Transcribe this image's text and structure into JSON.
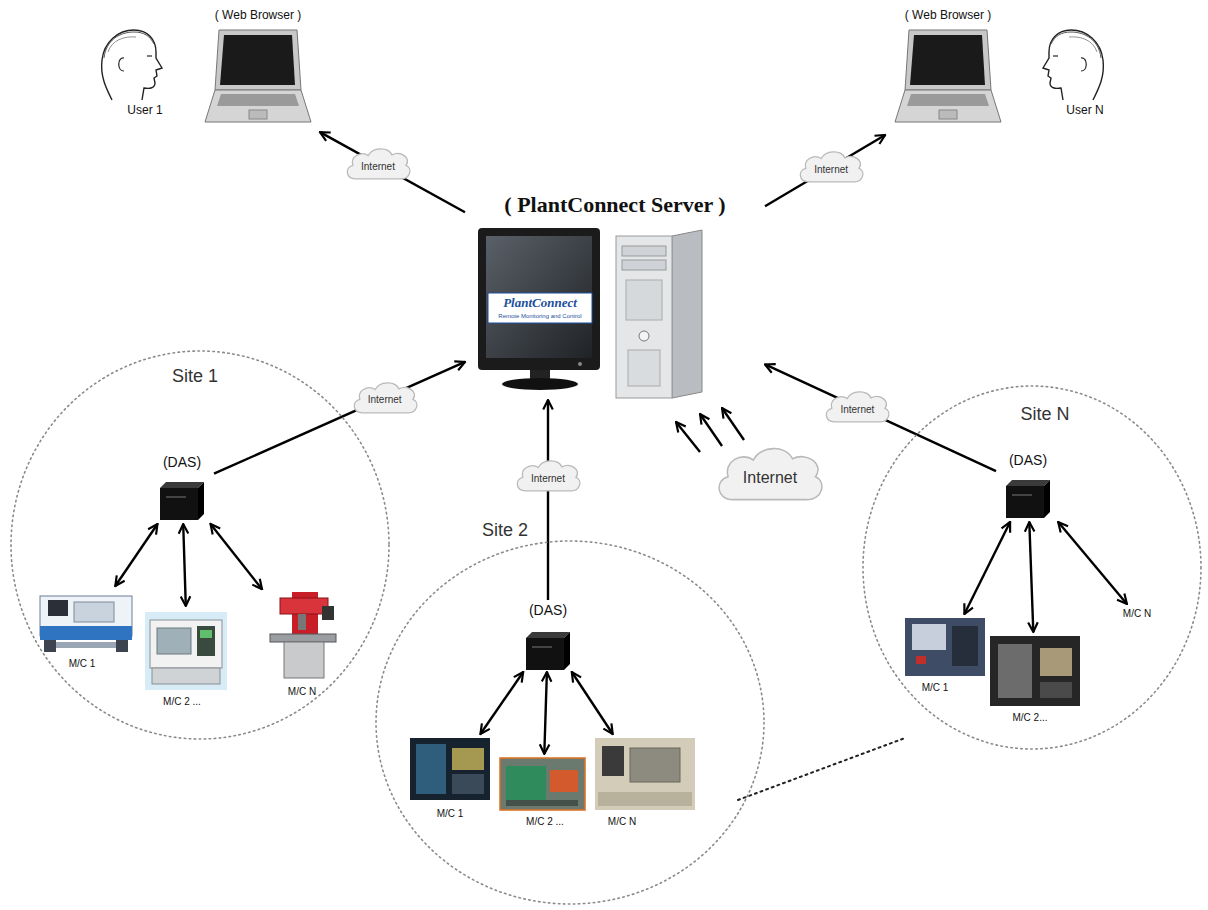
{
  "diagram": {
    "nodes": [
      {
        "text": [
          "( PlantConnect Server )"
        ]
      },
      {
        "text": [
          "( Web Browser )",
          "User 1"
        ]
      },
      {
        "text": [
          "( Web Browser )",
          "User N"
        ]
      },
      {
        "text": [
          "Site 1"
        ]
      },
      {
        "text": [
          "(DAS)"
        ],
        "in": 3
      },
      {
        "text": [
          "M/C 1"
        ],
        "in": 3
      },
      {
        "text": [
          "M/C 2 ..."
        ],
        "in": 3
      },
      {
        "text": [
          "M/C N"
        ],
        "in": 3
      },
      {
        "text": [
          "Site 2"
        ]
      },
      {
        "text": [
          "(DAS)"
        ],
        "in": 8
      },
      {
        "text": [
          "M/C 1"
        ],
        "in": 8
      },
      {
        "text": [
          "M/C 2 ..."
        ],
        "in": 8
      },
      {
        "text": [
          "M/C N"
        ],
        "in": 8
      },
      {
        "text": [
          "Site N"
        ]
      },
      {
        "text": [
          "(DAS)"
        ],
        "in": 13
      },
      {
        "text": [
          "M/C 1"
        ],
        "in": 13
      },
      {
        "text": [
          "M/C 2..."
        ],
        "in": 13
      },
      {
        "text": [
          "M/C N"
        ],
        "in": 13
      }
    ],
    "edges": [
      {
        "from": 0,
        "to": 1,
        "arrow": "to",
        "label": "Internet"
      },
      {
        "from": 0,
        "to": 2,
        "arrow": "to",
        "label": "Internet"
      },
      {
        "from": 4,
        "to": 0,
        "arrow": "to",
        "label": "Internet"
      },
      {
        "from": 9,
        "to": 0,
        "arrow": "to",
        "label": "Internet"
      },
      {
        "from": 14,
        "to": 0,
        "arrow": "to",
        "label": "Internet"
      },
      {
        "from": 4,
        "to": 5,
        "arrow": "both"
      },
      {
        "from": 4,
        "to": 6,
        "arrow": "both"
      },
      {
        "from": 4,
        "to": 7,
        "arrow": "both"
      },
      {
        "from": 9,
        "to": 10,
        "arrow": "both"
      },
      {
        "from": 9,
        "to": 11,
        "arrow": "both"
      },
      {
        "from": 9,
        "to": 12,
        "arrow": "both"
      },
      {
        "from": 14,
        "to": 15,
        "arrow": "both"
      },
      {
        "from": 14,
        "to": 16,
        "arrow": "both"
      },
      {
        "from": 14,
        "to": 17,
        "arrow": "both"
      }
    ],
    "labels": [
      "Internet",
      "PlantConnect",
      "Remote Monitoring and Control"
    ]
  }
}
